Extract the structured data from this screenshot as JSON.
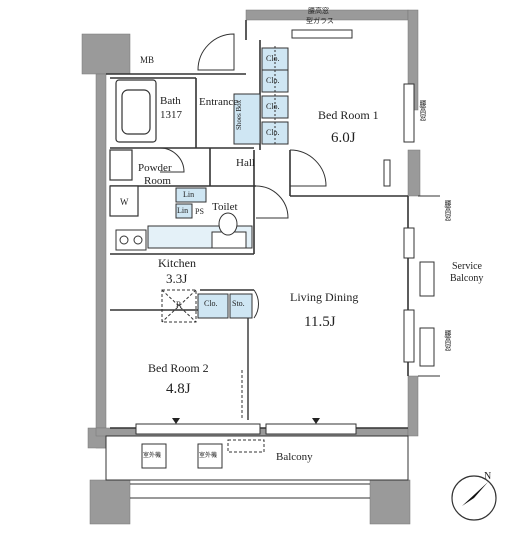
{
  "rooms": {
    "bedroom1": {
      "name": "Bed Room 1",
      "area": "6.0J"
    },
    "bedroom2": {
      "name": "Bed Room 2",
      "area": "4.8J"
    },
    "living_dining": {
      "name": "Living Dining",
      "area": "11.5J"
    },
    "kitchen": {
      "name": "Kitchen",
      "area": "3.3J"
    },
    "bath": {
      "name": "Bath",
      "size": "1317"
    },
    "powder_room": {
      "name_line1": "Powder",
      "name_line2": "Room"
    },
    "toilet": {
      "name": "Toilet"
    },
    "entrance": {
      "name": "Entrance"
    },
    "hall": {
      "name": "Hall"
    },
    "balcony": {
      "name": "Balcony"
    },
    "service_balcony": {
      "line1": "Service",
      "line2": "Balcony"
    }
  },
  "fixtures": {
    "mb": "MB",
    "washer": "W",
    "ps": "PS",
    "lin": "Lin",
    "closet": "Clo.",
    "shoes_box": "Shoes Box",
    "storage": "Sto.",
    "fridge": "R"
  },
  "window_notes": {
    "top_window": "腰高窓",
    "top_window_glass": "型ガラス",
    "bedroom1_window": "腰高窓",
    "service_window_1": "腰高窓",
    "service_window_2": "腰高窓"
  },
  "units": {
    "unit1": "室外機",
    "unit2": "室外機"
  },
  "compass": {
    "label": "N"
  },
  "colors": {
    "wall": "#9a9a9a",
    "wall_dark": "#6e6e6e",
    "storage_fill": "#cfe6f3",
    "line": "#333333"
  }
}
